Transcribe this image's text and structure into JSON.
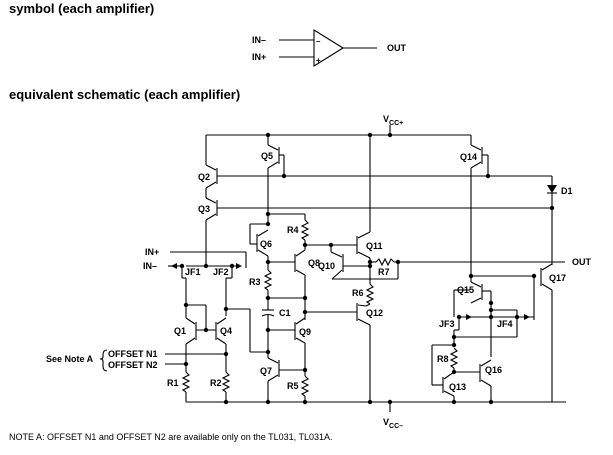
{
  "headings": {
    "symbol": "symbol (each amplifier)",
    "schematic": "equivalent schematic (each amplifier)"
  },
  "symbol": {
    "in_minus": "IN–",
    "in_plus": "IN+",
    "out": "OUT",
    "minus_sign": "–",
    "plus_sign": "+"
  },
  "schematic": {
    "vcc_plus": "V",
    "vcc_plus_sub": "CC+",
    "vcc_minus": "V",
    "vcc_minus_sub": "CC–",
    "in_plus": "IN+",
    "in_minus": "IN–",
    "out": "OUT",
    "offset_n1": "OFFSET N1",
    "offset_n2": "OFFSET N2",
    "see_note": "See Note A",
    "components": {
      "Q1": "Q1",
      "Q2": "Q2",
      "Q3": "Q3",
      "Q4": "Q4",
      "Q5": "Q5",
      "Q6": "Q6",
      "Q7": "Q7",
      "Q8": "Q8",
      "Q9": "Q9",
      "Q10": "Q10",
      "Q11": "Q11",
      "Q12": "Q12",
      "Q13": "Q13",
      "Q14": "Q14",
      "Q15": "Q15",
      "Q16": "Q16",
      "Q17": "Q17",
      "JF1": "JF1",
      "JF2": "JF2",
      "JF3": "JF3",
      "JF4": "JF4",
      "R1": "R1",
      "R2": "R2",
      "R3": "R3",
      "R4": "R4",
      "R5": "R5",
      "R6": "R6",
      "R7": "R7",
      "R8": "R8",
      "C1": "C1",
      "D1": "D1"
    }
  },
  "note": "NOTE A:  OFFSET N1 and OFFSET N2 are available only on the TL031, TL031A."
}
